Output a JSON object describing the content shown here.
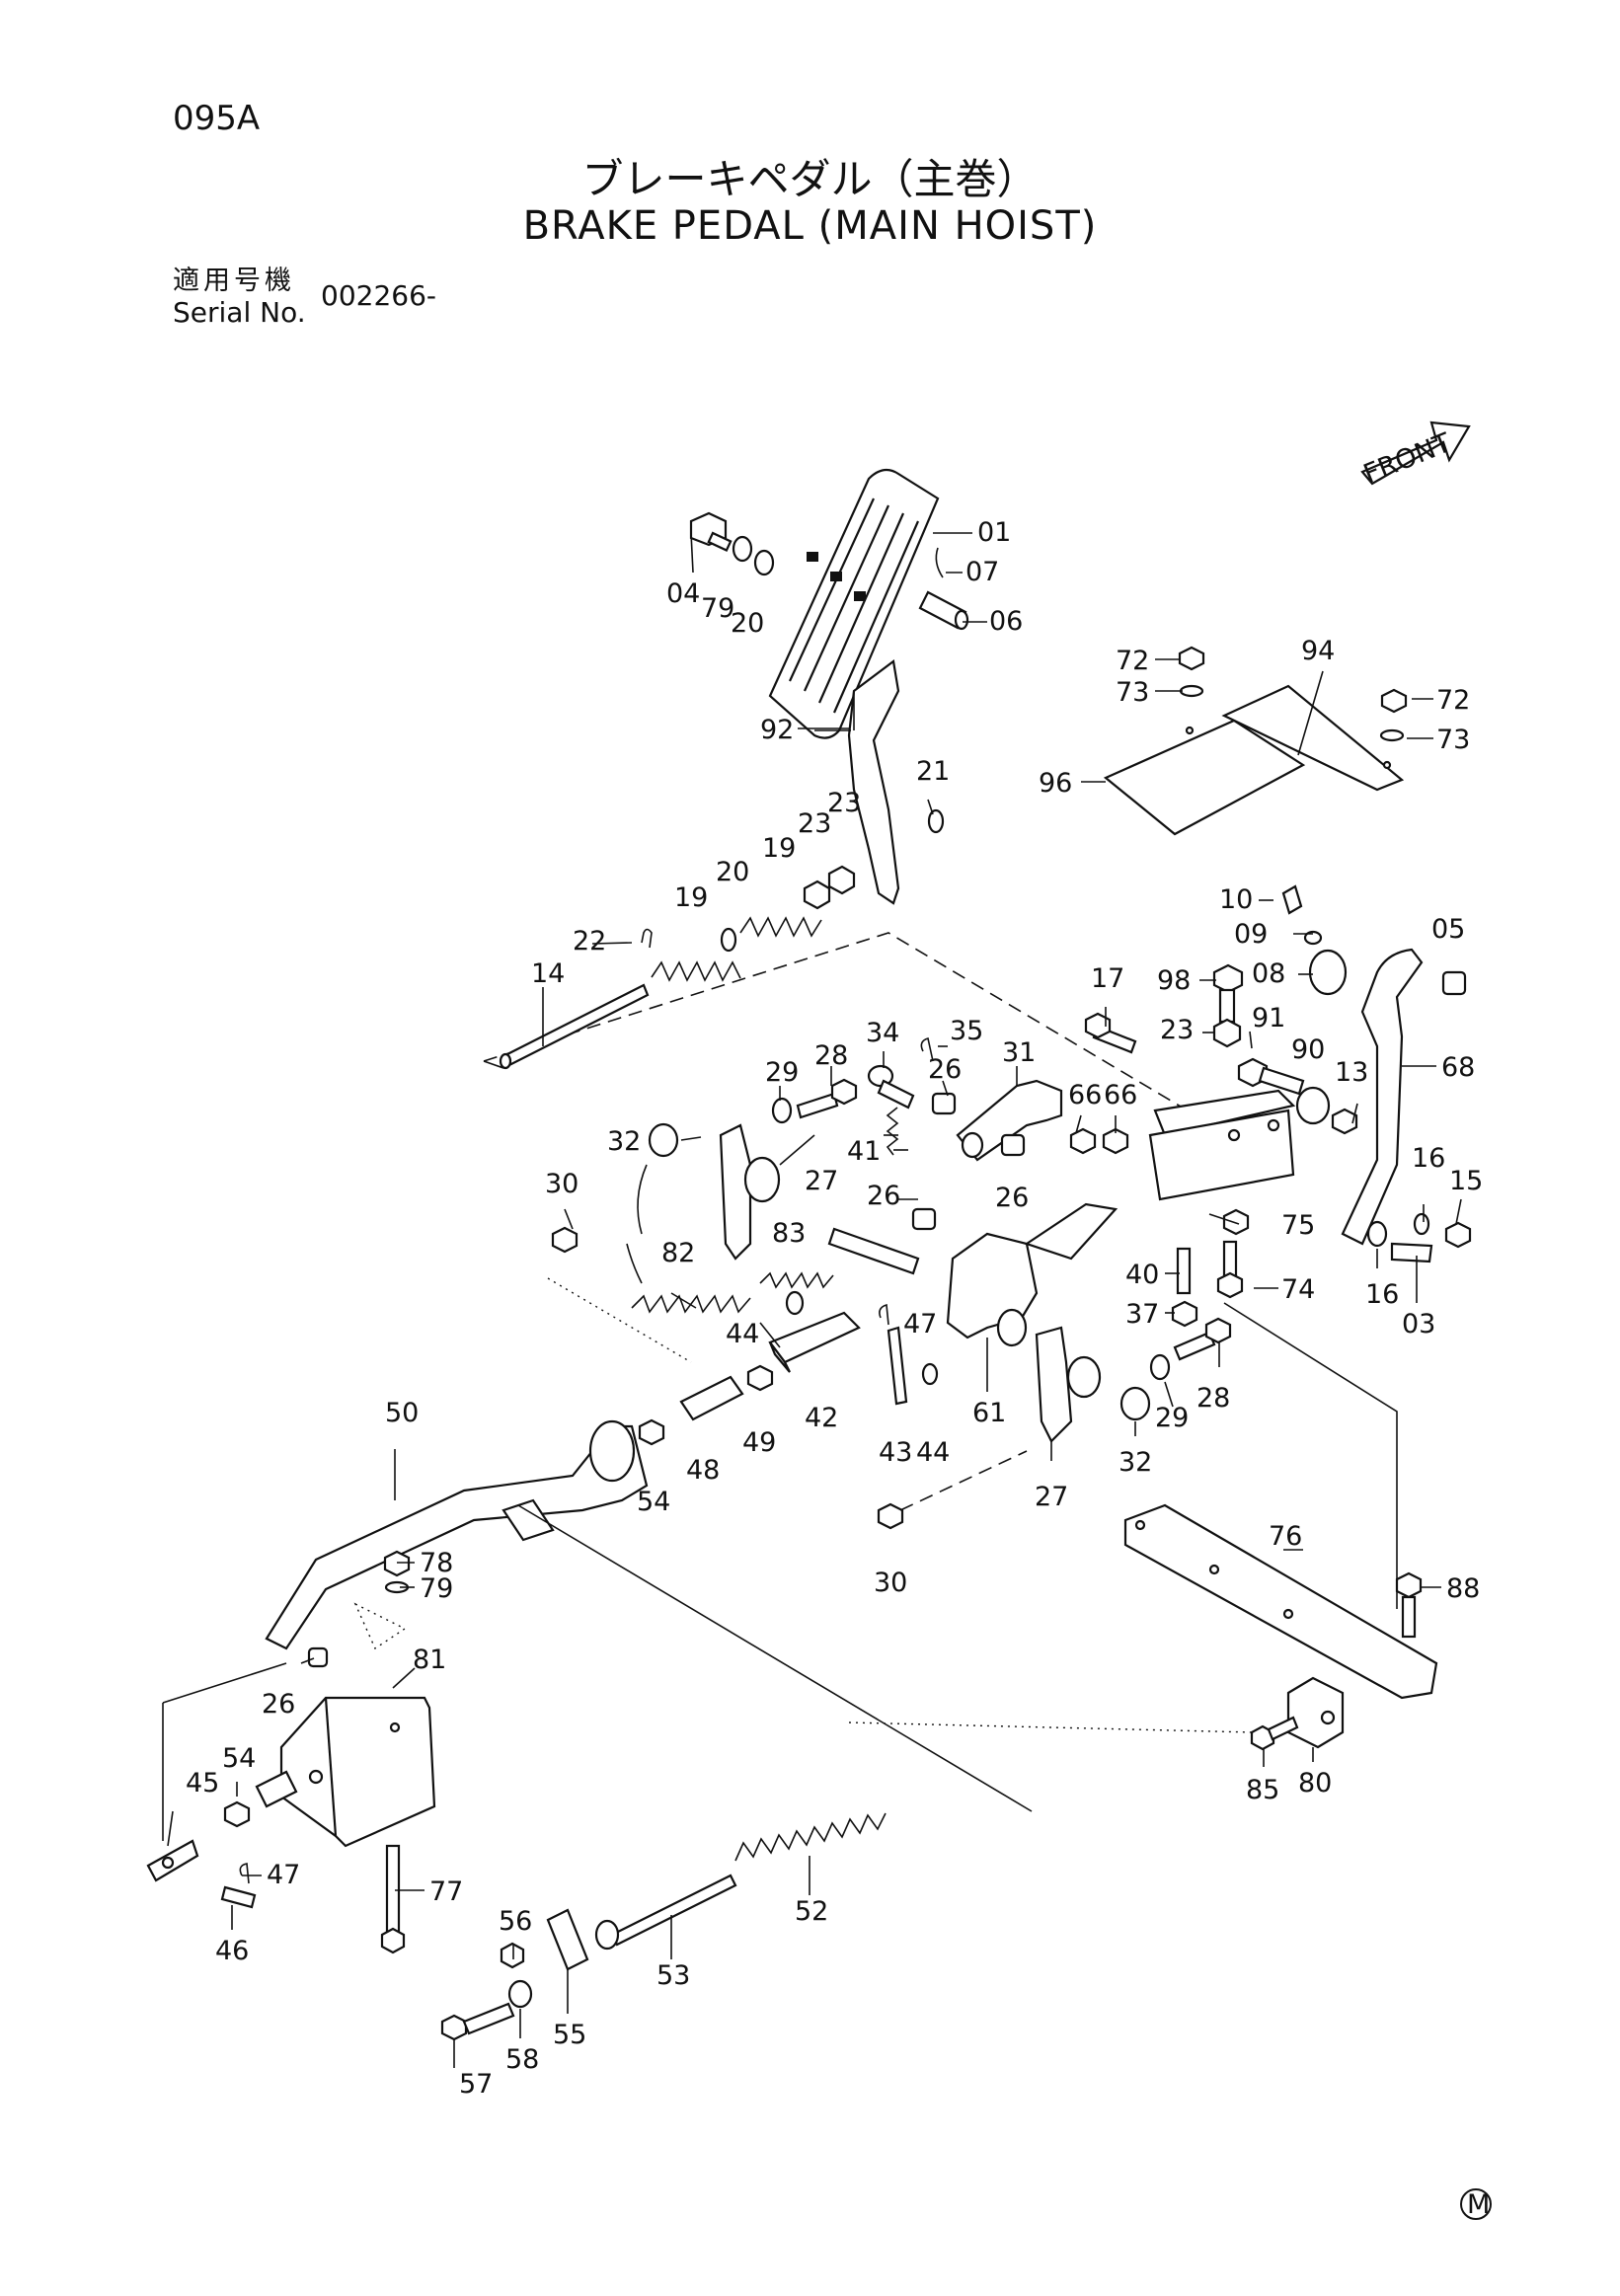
{
  "page_code": "095A",
  "title_jp": "ブレーキペダル（主巻）",
  "title_en": "BRAKE PEDAL (MAIN HOIST)",
  "serial": {
    "label_jp": "適用号機",
    "label_en": "Serial No.",
    "value": "002266-"
  },
  "front_label": "FRONT",
  "corner_mark": "M",
  "callouts": [
    "01",
    "03",
    "04",
    "05",
    "06",
    "07",
    "08",
    "09",
    "10",
    "13",
    "14",
    "15",
    "16",
    "17",
    "19",
    "20",
    "21",
    "22",
    "23",
    "26",
    "27",
    "28",
    "29",
    "30",
    "31",
    "32",
    "34",
    "35",
    "37",
    "40",
    "41",
    "42",
    "43",
    "44",
    "45",
    "46",
    "47",
    "48",
    "49",
    "50",
    "52",
    "53",
    "54",
    "55",
    "56",
    "57",
    "58",
    "61",
    "66",
    "68",
    "72",
    "73",
    "74",
    "75",
    "76",
    "77",
    "78",
    "79",
    "80",
    "81",
    "82",
    "83",
    "85",
    "88",
    "90",
    "91",
    "92",
    "94",
    "96",
    "98"
  ]
}
